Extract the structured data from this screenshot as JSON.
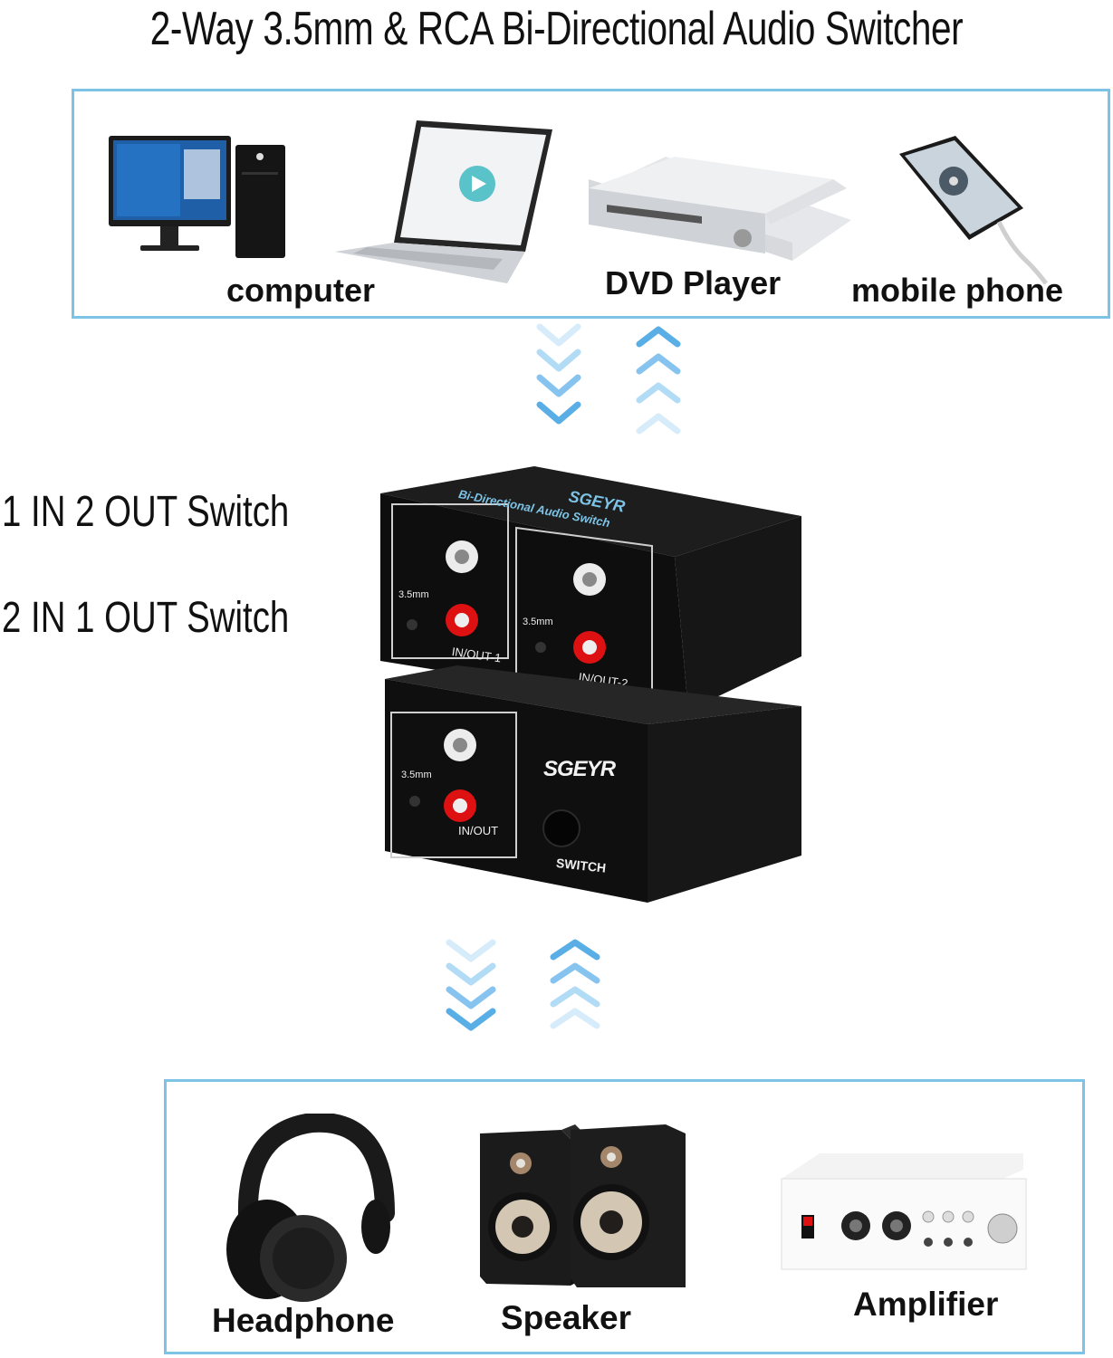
{
  "title": "2-Way 3.5mm & RCA Bi-Directional Audio Switcher",
  "source_devices": [
    {
      "label": "computer"
    },
    {
      "label": "DVD Player"
    },
    {
      "label": "mobile phone"
    }
  ],
  "modes": [
    {
      "label": "1 IN 2 OUT  Switch"
    },
    {
      "label": "2 IN  1  OUT  Switch"
    }
  ],
  "switcher": {
    "brand": "SGEYR",
    "top_caption": "Bi-Directional Audio Switch",
    "port_size": "3.5mm",
    "port1": "IN/OUT-1",
    "port2": "IN/OUT-2",
    "port_common": "IN/OUT",
    "switch_label": "SWITCH"
  },
  "output_devices": [
    {
      "label": "Headphone"
    },
    {
      "label": "Speaker"
    },
    {
      "label": "Amplifier"
    }
  ],
  "colors": {
    "frame": "#7cc3e6",
    "arrow": "#5aaee6",
    "device": "#1a1a1a"
  }
}
